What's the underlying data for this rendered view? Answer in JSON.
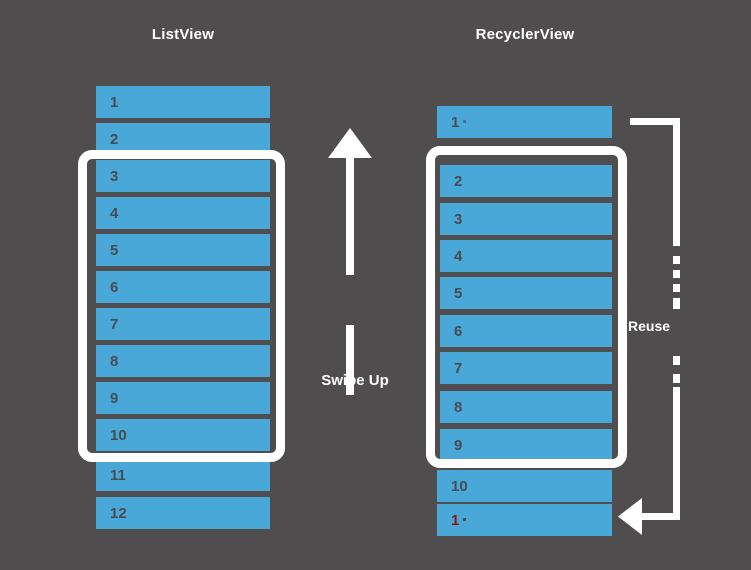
{
  "background_color": "#4f4d4d",
  "item_color": "#4aa8d8",
  "item_text_color": "#474c52",
  "reused_item_text_color": "#8c1515",
  "frame_color": "#ffffff",
  "columns": {
    "listview": {
      "title": "ListView",
      "items": [
        {
          "label": "1",
          "visible_in_frame": false,
          "reused": false
        },
        {
          "label": "2",
          "visible_in_frame": false,
          "reused": false
        },
        {
          "label": "3",
          "visible_in_frame": true,
          "reused": false
        },
        {
          "label": "4",
          "visible_in_frame": true,
          "reused": false
        },
        {
          "label": "5",
          "visible_in_frame": true,
          "reused": false
        },
        {
          "label": "6",
          "visible_in_frame": true,
          "reused": false
        },
        {
          "label": "7",
          "visible_in_frame": true,
          "reused": false
        },
        {
          "label": "8",
          "visible_in_frame": true,
          "reused": false
        },
        {
          "label": "9",
          "visible_in_frame": true,
          "reused": false
        },
        {
          "label": "10",
          "visible_in_frame": true,
          "reused": false
        },
        {
          "label": "11",
          "visible_in_frame": false,
          "reused": false
        },
        {
          "label": "12",
          "visible_in_frame": false,
          "reused": false
        }
      ]
    },
    "recyclerview": {
      "title": "RecyclerView",
      "items": [
        {
          "label": "1",
          "visible_in_frame": false,
          "reused": false,
          "has_dot": true
        },
        {
          "label": "2",
          "visible_in_frame": true,
          "reused": false,
          "has_dot": false
        },
        {
          "label": "3",
          "visible_in_frame": true,
          "reused": false,
          "has_dot": false
        },
        {
          "label": "4",
          "visible_in_frame": true,
          "reused": false,
          "has_dot": false
        },
        {
          "label": "5",
          "visible_in_frame": true,
          "reused": false,
          "has_dot": false
        },
        {
          "label": "6",
          "visible_in_frame": true,
          "reused": false,
          "has_dot": false
        },
        {
          "label": "7",
          "visible_in_frame": true,
          "reused": false,
          "has_dot": false
        },
        {
          "label": "8",
          "visible_in_frame": true,
          "reused": false,
          "has_dot": false
        },
        {
          "label": "9",
          "visible_in_frame": true,
          "reused": false,
          "has_dot": false
        },
        {
          "label": "10",
          "visible_in_frame": false,
          "reused": false,
          "has_dot": false
        },
        {
          "label": "1",
          "visible_in_frame": false,
          "reused": true,
          "has_dot": true
        }
      ]
    }
  },
  "annotations": {
    "swipe": {
      "label": "Swipe Up",
      "direction": "up"
    },
    "reuse": {
      "label": "Reuse",
      "direction": "left",
      "style": "dashed-bracket"
    }
  }
}
